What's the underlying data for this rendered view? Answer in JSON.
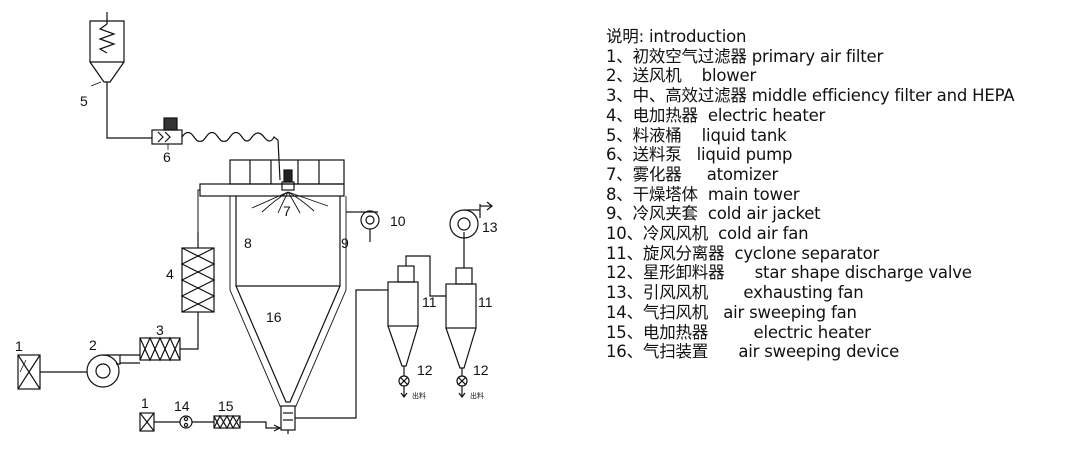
{
  "diagram": {
    "labels": {
      "n1a": "1",
      "n1b": "1",
      "n2": "2",
      "n3": "3",
      "n4": "4",
      "n5": "5",
      "n6": "6",
      "n7": "7",
      "n8": "8",
      "n9": "9",
      "n10": "10",
      "n11a": "11",
      "n11b": "11",
      "n12a": "12",
      "n12b": "12",
      "n13": "13",
      "n14": "14",
      "n15": "15",
      "n16": "16",
      "out_a": "出料",
      "out_b": "出料"
    }
  },
  "legend": {
    "title": "说明: introduction",
    "items": [
      "1、初效空气过滤器 primary air filter",
      "2、送风机    blower",
      "3、中、高效过滤器 middle efficiency filter and HEPA",
      "4、电加热器  electric heater",
      "5、料液桶    liquid tank",
      "6、送料泵   liquid pump",
      "7、雾化器     atomizer",
      "8、干燥塔体  main tower",
      "9、冷风夹套  cold air jacket",
      "10、冷风风机  cold air fan",
      "11、旋风分离器  cyclone separator",
      "12、星形卸料器      star shape discharge valve",
      "13、引风风机       exhausting fan",
      "14、气扫风机   air sweeping fan",
      "15、电加热器         electric heater",
      "16、气扫装置      air sweeping device"
    ]
  }
}
